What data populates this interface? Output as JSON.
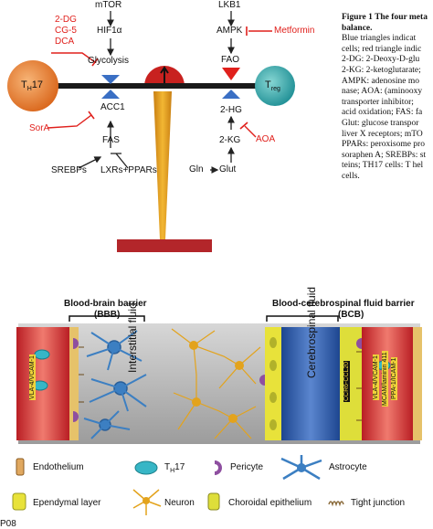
{
  "figure_top": {
    "left_nodes": {
      "mtor": "mTOR",
      "hif1a": "HIF1α",
      "glycolysis": "Glycolysis",
      "acc1": "ACC1",
      "fas": "FAS",
      "srebps": "SREBPs",
      "lxrs_ppars": "LXRs+PPARs"
    },
    "left_inhibitors": [
      "2-DG",
      "CG-5",
      "DCA"
    ],
    "sora": "SorA",
    "right_nodes": {
      "lkb1": "LKB1",
      "ampk": "AMPK",
      "fao": "FAO",
      "two_hg": "2-HG",
      "two_kg": "2-KG",
      "gln": "Gln",
      "glut": "Glut"
    },
    "metformin": "Metformin",
    "aoa": "AOA",
    "th17": {
      "main": "T",
      "sub": "H",
      "suffix": "17"
    },
    "treg": {
      "main": "T",
      "sub": "reg"
    }
  },
  "caption": {
    "title_line1": "Figure 1 The four meta",
    "title_line2": "balance.",
    "lines": [
      "Blue triangles indicat",
      "cells; red triangle indic",
      "2-DG: 2-Deoxy-D-glu",
      "2-KG: 2-ketoglutarate;",
      "AMPK: adenosine mo",
      "nase; AOA: (aminooxy",
      "transporter inhibitor;",
      "acid oxidation; FAS: fa",
      "Glut: glucose transpor",
      "liver X receptors; mTO",
      "PPARs: peroxisome pro",
      "soraphen A; SREBPs: st",
      "teins; TH17 cells: T hel",
      "cells."
    ]
  },
  "figure_bottom": {
    "bbb_title": "Blood-brain barrier",
    "bbb_abbr": "(BBB)",
    "bcb_title": "Blood-cerebrospinal fluid barrier",
    "bcb_abbr": "(BCB)",
    "interstitial": "Interstitial fluid",
    "csf": "Cerebrospinal fluid",
    "vla4": "VLA-4/VCAM-1",
    "ccr6_left": "CCR6-CCL20",
    "bcb_labels": [
      "VLA-4/VCAM-1",
      "MCAM/laminin 411",
      "PPA-1/ICAM-1"
    ],
    "legend": [
      {
        "label": "Endothelium"
      },
      {
        "label": "T",
        "sub": "H",
        "suffix": "17"
      },
      {
        "label": "Pericyte"
      },
      {
        "label": "Astrocyte"
      },
      {
        "label": "Ependymal layer"
      },
      {
        "label": "Neuron"
      },
      {
        "label": "Choroidal epithelium"
      },
      {
        "label": "Tight junction"
      }
    ],
    "page_number": "P08"
  },
  "colors": {
    "inhibitor_red": "#e0201c",
    "blue_triangle": "#3a6fc4",
    "th17_orange": "#e27a25",
    "treg_teal": "#2aa7a5",
    "beam": "#1a1a1a",
    "stand": "#e6a11f",
    "base": "#b3262a",
    "vessel_red": "#d63a3a",
    "csf_blue": "#2c59a8",
    "ependymal_yellow": "#e8e23a"
  }
}
